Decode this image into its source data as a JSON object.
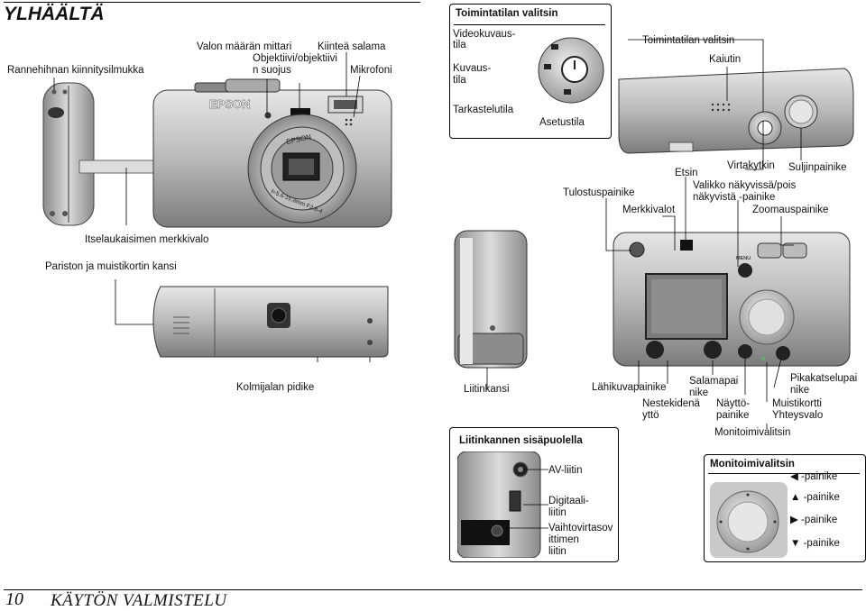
{
  "heading": "YLHÄÄLTÄ",
  "top_labels": {
    "strap": "Rannehihnan kiinnitysilmukka",
    "light_meter": "Valon määrän mittari",
    "flash": "Kiinteä salama",
    "lens_cover_1": "Objektiivi/objektiivi",
    "lens_cover_2": "n suojus",
    "mic": "Mikrofoni",
    "self_timer": "Itselaukaisimen merkkivalo",
    "battery": "Pariston ja muistikortin kansi",
    "tripod": "Kolmijalan pidike",
    "connector_cover": "Liitinkansi"
  },
  "brand": "EPSON",
  "lens_text": "f=5.6-16.8mm F2.8-4",
  "mode_box": {
    "title": "Toimintatilan valitsin",
    "video_1": "Videokuvaus-",
    "video_2": "tila",
    "photo_1": "Kuvaus-",
    "photo_2": "tila",
    "playback": "Tarkastelutila",
    "setup": "Asetustila"
  },
  "back_labels": {
    "mode_dial": "Toimintatilan valitsin",
    "speaker": "Kaiutin",
    "viewfinder": "Etsin",
    "power": "Virtakytkin",
    "shutter": "Suljinpainike",
    "menu_1": "Valikko näkyvissä/pois",
    "menu_2": "näkyvistä -painike",
    "print": "Tulostuspainike",
    "indicators": "Merkkivalot",
    "zoom": "Zoomauspainike",
    "macro": "Lähikuvapainike",
    "flash_btn_1": "Salamapai",
    "flash_btn_2": "nike",
    "lcd_1": "Nestekidenä",
    "lcd_2": "yttö",
    "display_1": "Näyttö-",
    "display_2": "painike",
    "quick_1": "Pikakatselupai",
    "quick_2": "nike",
    "card_1": "Muistikortti",
    "card_2": "Yhteysvalo",
    "monitor_dial": "Monitoimivalitsin",
    "menu_btn": "MENU"
  },
  "inside_box": {
    "title": "Liitinkannen sisäpuolella",
    "av": "AV-liitin",
    "digital_1": "Digitaali-",
    "digital_2": "liitin",
    "dc_1": "Vaihtovirtasov",
    "dc_2": "ittimen",
    "dc_3": "liitin"
  },
  "monitor_box": {
    "title": "Monitoimivalitsin",
    "left": "◀ -painike",
    "up": "▲ -painike",
    "right": "▶ -painike",
    "down": "▼ -painike"
  },
  "footer": {
    "page_number": "10",
    "section": "KÄYTÖN VALMISTELU"
  }
}
